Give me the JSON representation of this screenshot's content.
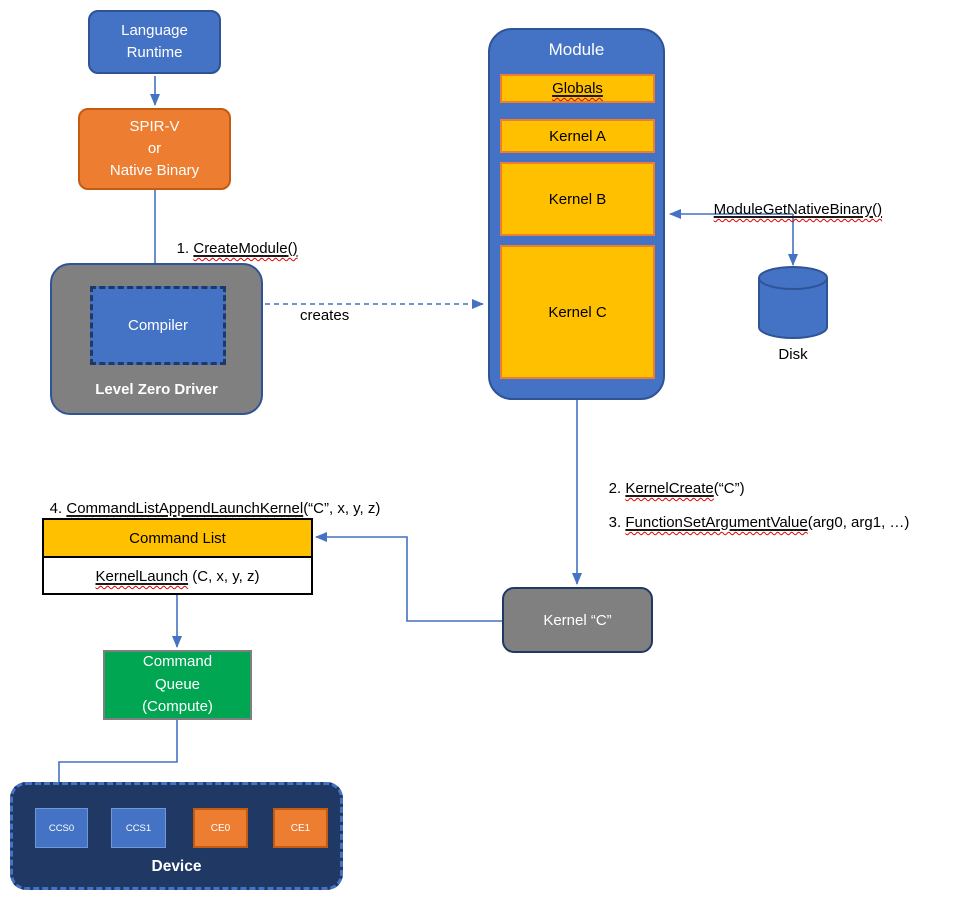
{
  "nodes": {
    "language_runtime": {
      "label": "Language\nRuntime"
    },
    "spirv": {
      "label": "SPIR-V\nor\nNative Binary"
    },
    "driver": {
      "label": "Level Zero Driver",
      "compiler_label": "Compiler"
    },
    "module": {
      "title": "Module",
      "items": [
        {
          "label": "Globals"
        },
        {
          "label": "Kernel A"
        },
        {
          "label": "Kernel B"
        },
        {
          "label": "Kernel C"
        }
      ]
    },
    "disk": {
      "label": "Disk"
    },
    "kernel_c": {
      "label": "Kernel “C”"
    },
    "command_list": {
      "header": "Command List",
      "row_fn": "KernelLaunch",
      "row_suffix": " (C, x, y, z)"
    },
    "command_queue": {
      "label": "Command\nQueue\n(Compute)"
    },
    "device": {
      "label": "Device",
      "engines": [
        {
          "id": "CCS0",
          "type": "compute"
        },
        {
          "id": "CCS1",
          "type": "compute"
        },
        {
          "id": "CE0",
          "type": "copy"
        },
        {
          "id": "CE1",
          "type": "copy"
        }
      ]
    }
  },
  "annotations": {
    "step1": {
      "prefix": "1. ",
      "fn": "CreateModule()",
      "suffix": ""
    },
    "step2": {
      "prefix": "2. ",
      "fn": "KernelCreate",
      "suffix": "(“C”)"
    },
    "step3": {
      "prefix": "3. ",
      "fn": "FunctionSetArgumentValue",
      "suffix": "(arg0, arg1, …)"
    },
    "step4": {
      "prefix": "4. ",
      "fn": "CommandListAppendLaunchKernel",
      "suffix": "(“C”, x, y, z)"
    },
    "module_get_native_binary": {
      "prefix": "",
      "fn": "ModuleGetNativeBinary()",
      "suffix": ""
    },
    "creates": "creates"
  },
  "colors": {
    "accent_blue": "#4472C4",
    "dark_blue_border": "#2F5496",
    "navy_device": "#203864",
    "orange": "#ED7D31",
    "orange_dark_border": "#C55A11",
    "gold": "#FFC000",
    "green": "#00A651",
    "gray": "#808080",
    "gray_border": "#7F7F7F",
    "squiggle_red": "#E00000",
    "connector_blue": "#4472C4"
  }
}
